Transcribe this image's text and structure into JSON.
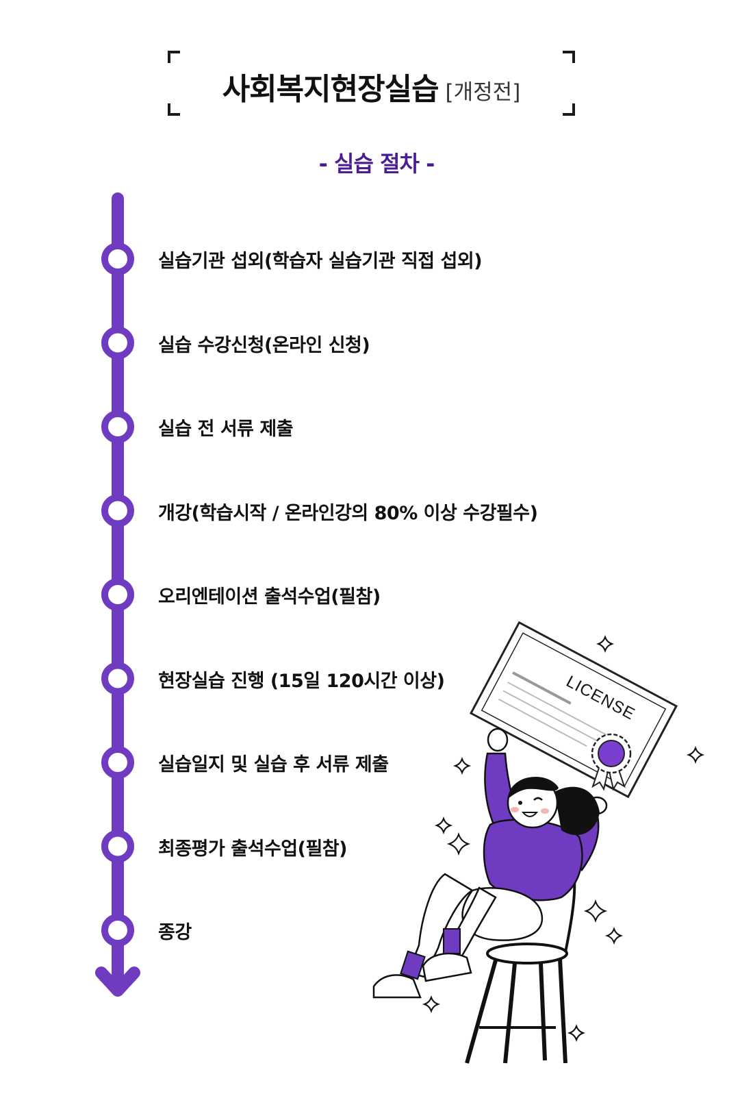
{
  "header": {
    "title": "사회복지현장실습",
    "title_note": "[개정전]"
  },
  "section": {
    "subtitle": "- 실습 절차 -"
  },
  "steps": [
    {
      "label": "실습기관 섭외(학습자 실습기관 직접 섭외)"
    },
    {
      "label": "실습 수강신청(온라인 신청)"
    },
    {
      "label": "실습 전 서류 제출"
    },
    {
      "label": "개강(학습시작 / 온라인강의 80% 이상 수강필수)"
    },
    {
      "label": "오리엔테이션 출석수업(필참)"
    },
    {
      "label": "현장실습 진행 (15일 120시간 이상)"
    },
    {
      "label": "실습일지 및 실습 후 서류 제출"
    },
    {
      "label": "최종평가 출석수업(필참)"
    },
    {
      "label": "종강"
    }
  ],
  "illustration": {
    "certificate_text": "LICENSE"
  },
  "colors": {
    "accent": "#6f3bc1",
    "subtitle": "#4b1d93",
    "text": "#111111"
  }
}
